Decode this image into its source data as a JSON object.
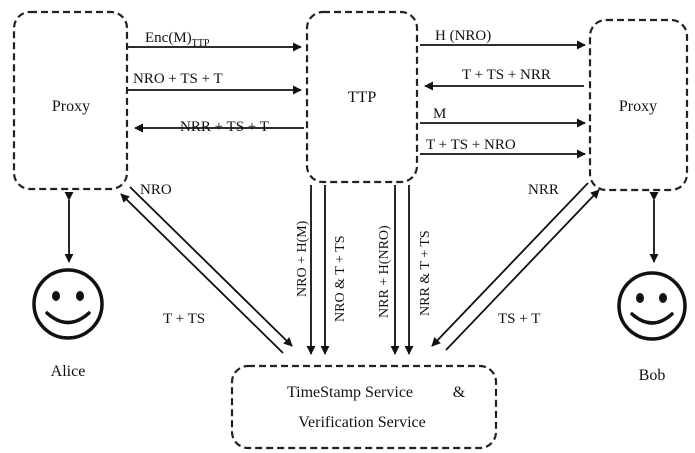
{
  "nodes": {
    "proxy_left": "Proxy",
    "ttp": "TTP",
    "proxy_right": "Proxy",
    "alice": "Alice",
    "bob": "Bob",
    "service_line1": "TimeStamp Service",
    "service_amp": "&",
    "service_line2": "Verification Service"
  },
  "labels": {
    "enc_main": "Enc(M)",
    "enc_sub": "TTP",
    "nro_ts_t": "NRO + TS + T",
    "nrr_ts_t": "NRR + TS + T",
    "h_nro": "H (NRO)",
    "t_ts_nrr": "T + TS + NRR",
    "m": "M",
    "t_ts_nro": "T + TS + NRO",
    "nro": "NRO",
    "t_ts": "T + TS",
    "nrr": "NRR",
    "ts_t": "TS + T",
    "v_nro_hm": "NRO + H(M)",
    "v_nro_and_t_ts": "NRO & T + TS",
    "v_nrr_hnro": "NRR + H(NRO)",
    "v_nrr_and_t_ts": "NRR & T + TS"
  }
}
